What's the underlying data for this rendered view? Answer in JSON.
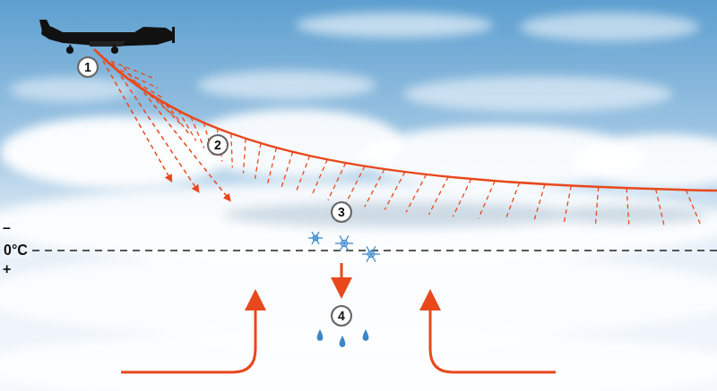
{
  "diagram": {
    "labels": [
      "1",
      "2",
      "3",
      "4",
      "–",
      "0°C",
      "+"
    ]
  }
}
